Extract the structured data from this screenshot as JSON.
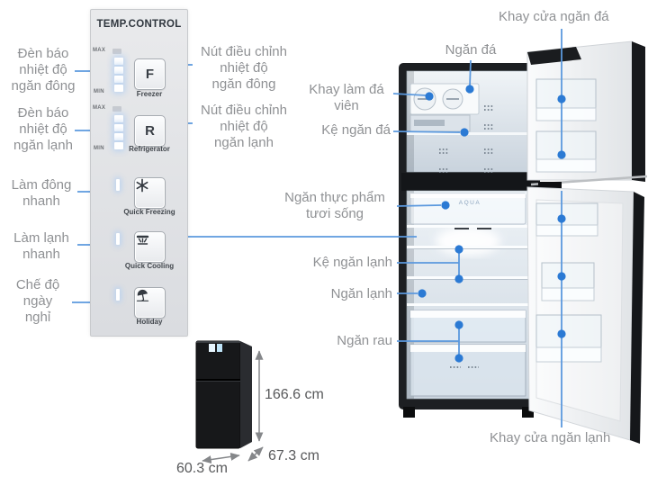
{
  "panel": {
    "title": "TEMP.CONTROL",
    "freezer": {
      "max_label": "MAX",
      "min_label": "MIN",
      "key": "F",
      "caption": "Freezer"
    },
    "refrigerator": {
      "max_label": "MAX",
      "min_label": "MIN",
      "key": "R",
      "caption": "Refrigerator"
    },
    "modes": [
      {
        "caption": "Quick Freezing",
        "icon": "snowflake-icon"
      },
      {
        "caption": "Quick Cooling",
        "icon": "air-flow-icon"
      },
      {
        "caption": "Holiday",
        "icon": "beach-umbrella-icon"
      }
    ]
  },
  "callouts": {
    "freezer_temp_light": "Đèn báo\nnhiệt độ\nngăn đông",
    "fridge_temp_light": "Đèn báo\nnhiệt độ\nngăn lạnh",
    "quick_freeze": "Làm đông\nnhanh",
    "quick_cool": "Làm lạnh\nnhanh",
    "holiday_mode": "Chế độ\nngày\nnghỉ",
    "freezer_temp_button": "Nút điều chỉnh\nnhiệt độ\nngăn đông",
    "fridge_temp_button": "Nút điều chỉnh\nnhiệt độ\nngăn lạnh",
    "freezer_door_tray": "Khay cửa ngăn đá",
    "freezer_compartment": "Ngăn đá",
    "ice_cube_tray": "Khay làm đá\nviên",
    "freezer_shelf": "Kệ ngăn đá",
    "fresh_food_compartment": "Ngăn thực phẩm\ntươi sống",
    "fridge_shelf": "Kệ ngăn lạnh",
    "fridge_compartment": "Ngăn lạnh",
    "vegetable_drawer": "Ngăn rau",
    "fridge_door_tray": "Khay cửa ngăn lạnh"
  },
  "fridge_art": {
    "case_brand": "AQUA"
  },
  "dimensions": {
    "height": "166.6 cm",
    "depth": "67.3 cm",
    "width": "60.3 cm"
  },
  "colors": {
    "leader_line": "#5b99de",
    "leader_dot": "#2b7ad4",
    "callout_text": "#8f9194",
    "dimension_text": "#58595b"
  }
}
